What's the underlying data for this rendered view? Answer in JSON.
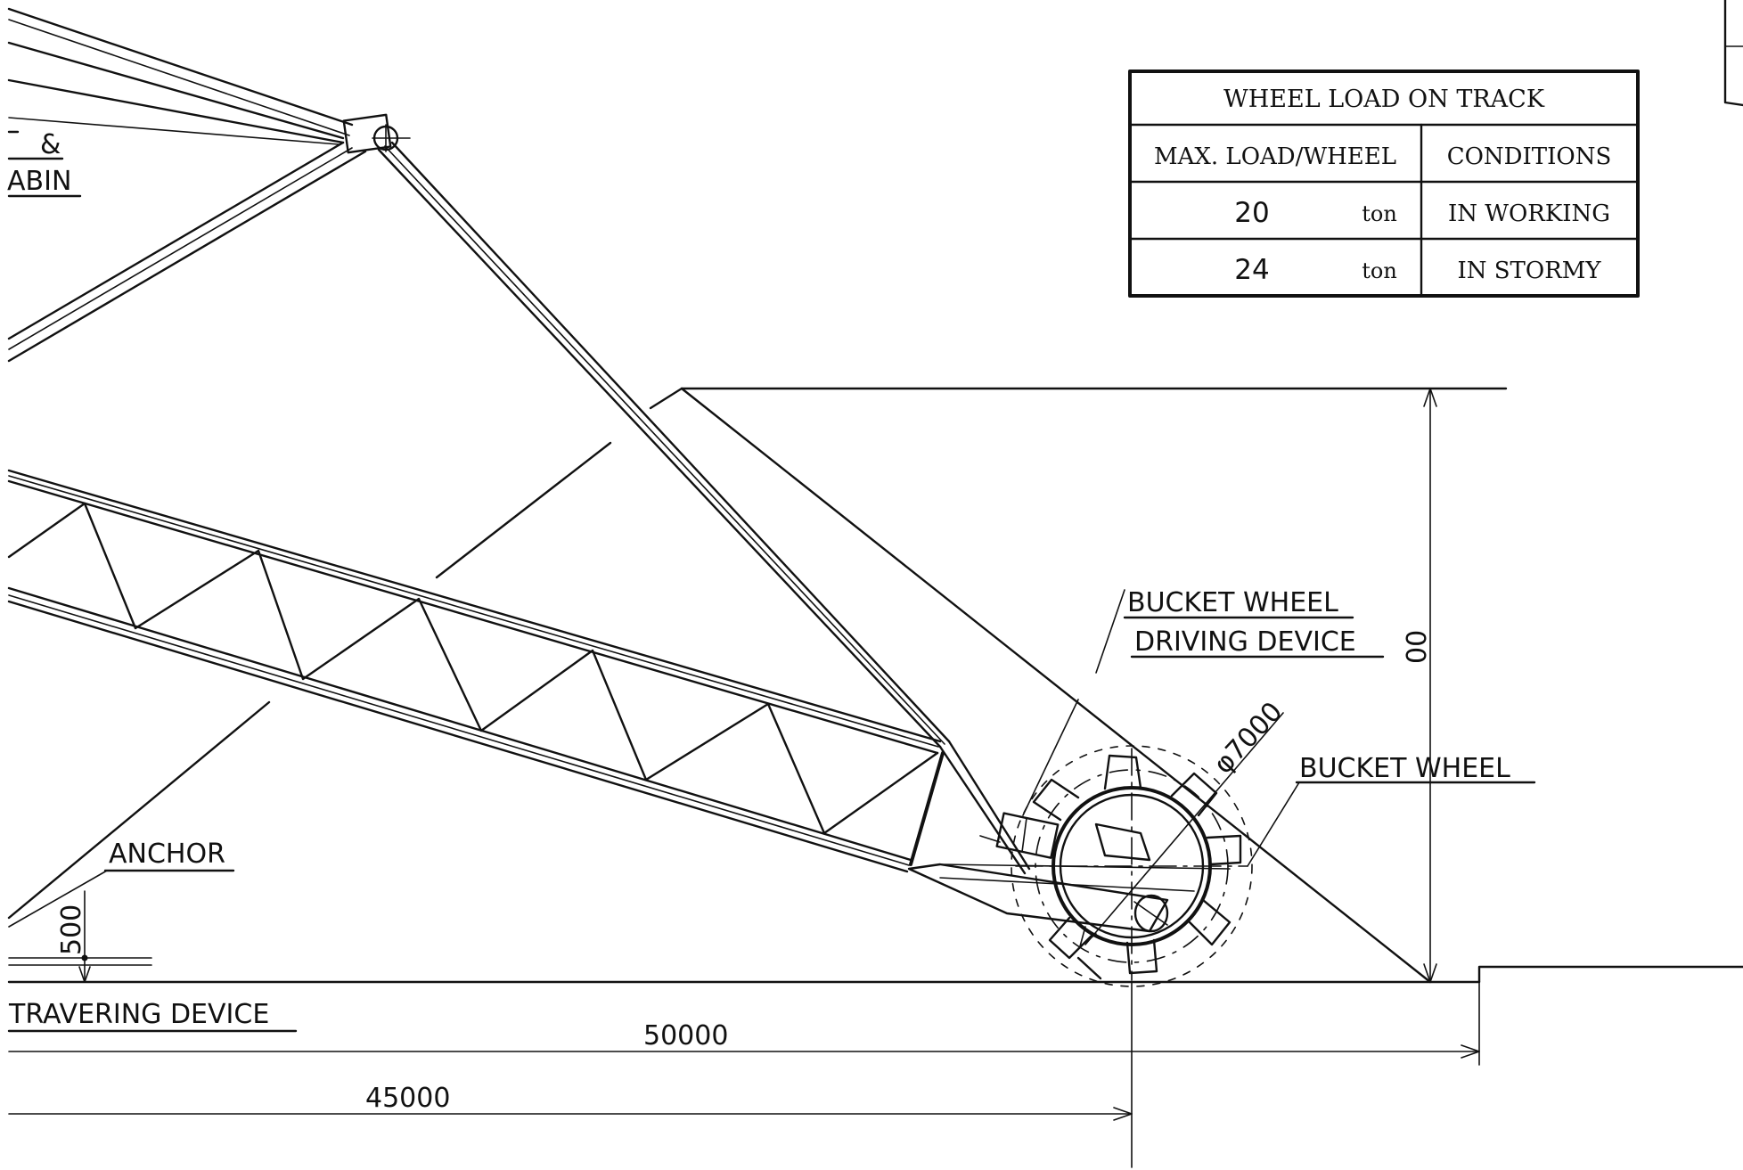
{
  "labels": {
    "partial_top_1": "&",
    "partial_top_2": "ABIN",
    "anchor": "ANCHOR",
    "travering_device": "TRAVERING DEVICE",
    "bucket_wheel_driving_1": "BUCKET WHEEL",
    "bucket_wheel_driving_2": "DRIVING DEVICE",
    "bucket_wheel": "BUCKET WHEEL"
  },
  "dimensions": {
    "d_50000": "50000",
    "d_45000": "45000",
    "d_500": "500",
    "d_diameter": "φ7000",
    "d_height_partial": "00"
  },
  "table": {
    "title": "WHEEL LOAD ON TRACK",
    "headers": [
      "MAX. LOAD/WHEEL",
      "CONDITIONS"
    ],
    "rows": [
      {
        "load": "20",
        "unit": "ton",
        "condition": "IN WORKING"
      },
      {
        "load": "24",
        "unit": "ton",
        "condition": "IN STORMY"
      }
    ]
  }
}
